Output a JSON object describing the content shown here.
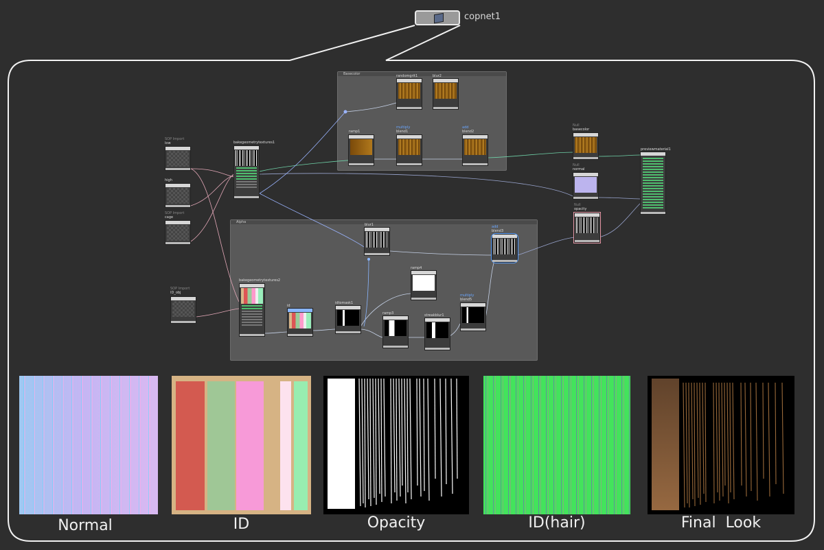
{
  "network": {
    "top_node_label": "copnet1",
    "boxes": {
      "basecolor": "Basecolor",
      "alpha": "Alpha"
    },
    "nodes": {
      "sop_low": {
        "type": "SOP Import",
        "name": "low"
      },
      "sop_high": {
        "type": "",
        "name": "high"
      },
      "sop_cage": {
        "type": "SOP Import",
        "name": "cage"
      },
      "sop_id": {
        "type": "SOP Import",
        "name": "ID_obj"
      },
      "bake1": {
        "name": "bakegeometrytextures1"
      },
      "bake2": {
        "name": "bakegeometrytextures2"
      },
      "random": {
        "name": "randomgrit1"
      },
      "blur2": {
        "name": "blur2"
      },
      "ramp1": {
        "name": "ramp1"
      },
      "blend1": {
        "type": "multiply",
        "name": "blend1"
      },
      "blend2": {
        "type": "add",
        "name": "blend2"
      },
      "blur1": {
        "name": "blur1"
      },
      "blend3": {
        "type": "add",
        "name": "blend3"
      },
      "id": {
        "name": "id"
      },
      "idtomask": {
        "name": "idtomask1"
      },
      "ramp4": {
        "name": "ramp4"
      },
      "ramp3": {
        "name": "ramp3"
      },
      "streakblur": {
        "name": "streakblur1"
      },
      "blend5": {
        "type": "multiply",
        "name": "blend5"
      },
      "out_basecolor": {
        "type": "Null",
        "name": "basecolor"
      },
      "out_normal": {
        "type": "Null",
        "name": "normal"
      },
      "out_opacity": {
        "type": "Null",
        "name": "opacity"
      },
      "preview": {
        "name": "previewmaterial1"
      }
    }
  },
  "maps": {
    "normal": "Normal",
    "id": "ID",
    "opacity": "Opacity",
    "idhair": "ID(hair)",
    "final": "Final  Look"
  }
}
